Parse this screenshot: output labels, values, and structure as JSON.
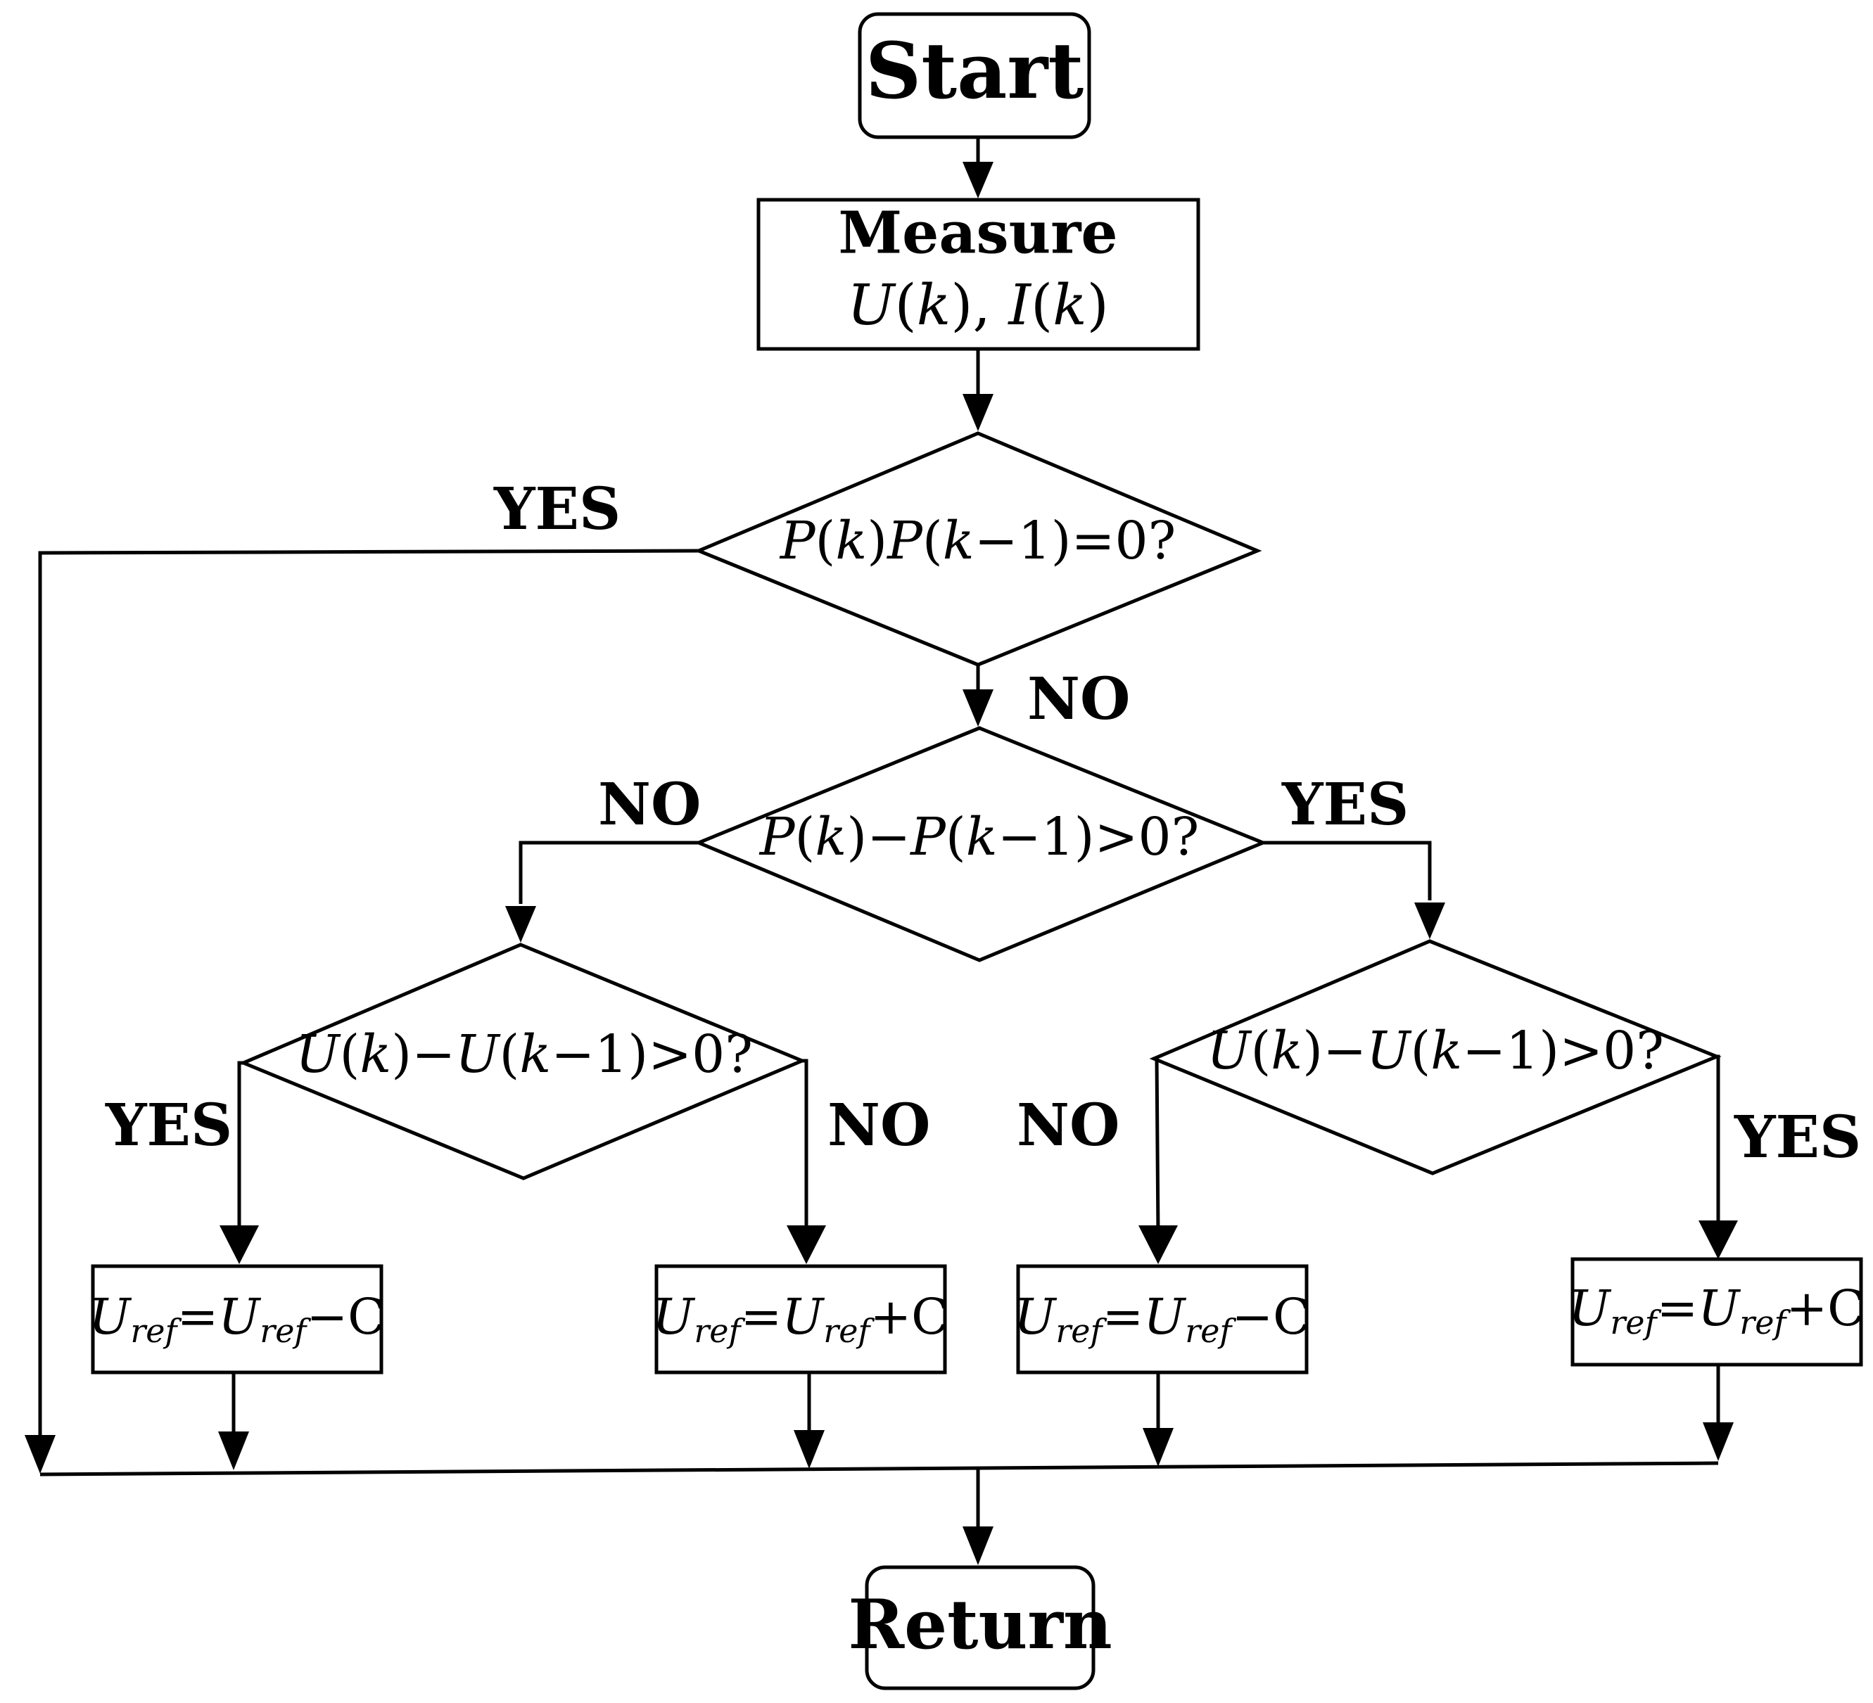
{
  "nodes": {
    "start": "Start",
    "measure": {
      "line1": "Measure",
      "line2_u": "U",
      "line2_open": "(",
      "line2_k1": "k",
      "line2_mid": "), ",
      "line2_i": "I",
      "line2_open2": "(",
      "line2_k2": "k",
      "line2_close": ")"
    },
    "decision_power_product": {
      "p1": "P",
      "open1": "(",
      "k1": "k",
      "close1": ")",
      "p2": "P",
      "open2": "(",
      "k2": "k",
      "rest": "−1)=0?"
    },
    "decision_power_diff": {
      "p1": "P",
      "open1": "(",
      "k1": "k",
      "mid": ")−",
      "p2": "P",
      "open2": "(",
      "k2": "k",
      "rest": "−1)>0?"
    },
    "decision_voltage_diff_left": {
      "u1": "U",
      "open1": "(",
      "k1": "k",
      "mid": ")−",
      "u2": "U",
      "open2": "(",
      "k2": "k",
      "rest": "−1)>0?"
    },
    "decision_voltage_diff_right": {
      "u1": "U",
      "open1": "(",
      "k1": "k",
      "mid": ")−",
      "u2": "U",
      "open2": "(",
      "k2": "k",
      "rest": "−1)>0?"
    },
    "process_1": {
      "u1": "U",
      "sub1": "ref",
      "eq": "=",
      "u2": "U",
      "sub2": "ref",
      "op": "−C"
    },
    "process_2": {
      "u1": "U",
      "sub1": "ref",
      "eq": "=",
      "u2": "U",
      "sub2": "ref",
      "op": "+C"
    },
    "process_3": {
      "u1": "U",
      "sub1": "ref",
      "eq": "=",
      "u2": "U",
      "sub2": "ref",
      "op": "−C"
    },
    "process_4": {
      "u1": "U",
      "sub1": "ref",
      "eq": "=",
      "u2": "U",
      "sub2": "ref",
      "op": "+C"
    },
    "return": "Return"
  },
  "branch_labels": {
    "power_product_yes": "YES",
    "power_product_no": "NO",
    "power_diff_no": "NO",
    "power_diff_yes": "YES",
    "voltage_left_yes": "YES",
    "voltage_left_no": "NO",
    "voltage_right_no": "NO",
    "voltage_right_yes": "YES"
  }
}
